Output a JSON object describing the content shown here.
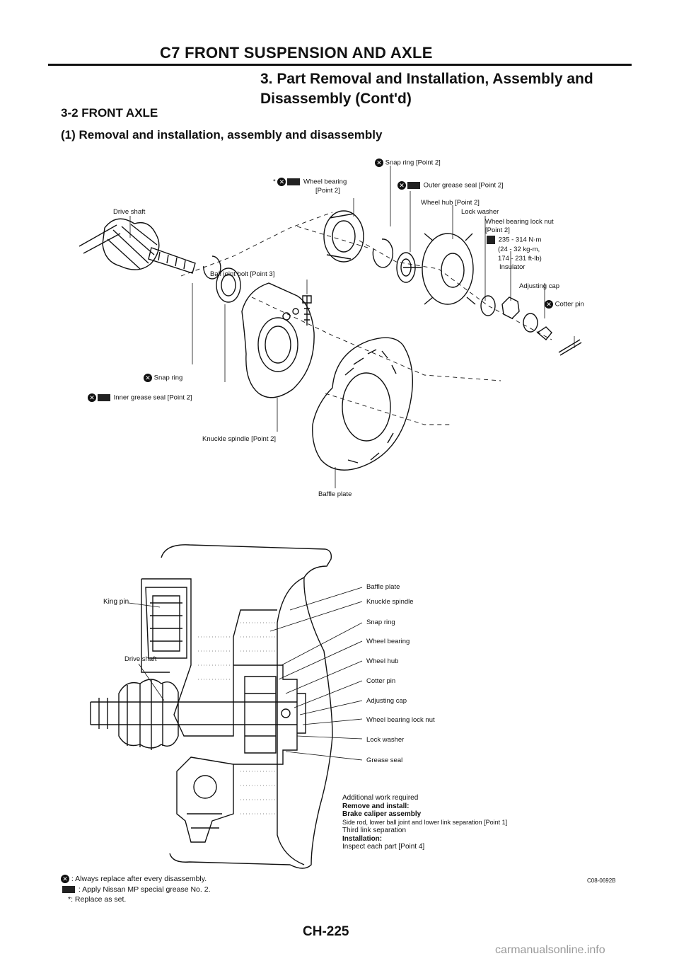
{
  "header": {
    "title": "C7 FRONT SUSPENSION AND AXLE",
    "section_line1": "3. Part Removal and Installation, Assembly and",
    "section_line2": "Disassembly (Cont'd)"
  },
  "subsection": {
    "number_title": "3-2 FRONT AXLE",
    "heading": "(1) Removal and installation, assembly and disassembly"
  },
  "exploded_labels": {
    "snap_ring_top": "Snap ring [Point 2]",
    "wheel_bearing_prefix": "*",
    "wheel_bearing": "Wheel bearing",
    "wheel_bearing_point": "[Point 2]",
    "outer_grease_seal": "Outer grease seal [Point 2]",
    "drive_shaft": "Drive shaft",
    "wheel_hub": "Wheel hub [Point 2]",
    "lock_washer": "Lock washer",
    "lock_nut": "Wheel bearing lock nut",
    "lock_nut_point": "[Point 2]",
    "torque_1": "235 - 314 N·m",
    "torque_2": "(24 - 32 kg-m,",
    "torque_3": "174 - 231 ft-lb)",
    "insulator": "Insulator",
    "ball_joint_bolt": "Ball joint bolt [Point 3]",
    "adjusting_cap": "Adjusting cap",
    "cotter_pin": "Cotter pin",
    "snap_ring": "Snap ring",
    "inner_grease_seal": "Inner grease seal [Point 2]",
    "knuckle_spindle": "Knuckle spindle [Point 2]",
    "baffle_plate": "Baffle plate"
  },
  "section_labels": {
    "king_pin": "King pin",
    "drive_shaft": "Drive shaft",
    "right": [
      "Baffle plate",
      "Knuckle spindle",
      "Snap ring",
      "Wheel bearing",
      "Wheel hub",
      "Cotter pin",
      "Adjusting cap",
      "Wheel bearing lock nut",
      "Lock washer",
      "Grease seal"
    ]
  },
  "additional_work": {
    "line1": "Additional work required",
    "line2": "Remove and install:",
    "line3": "Brake caliper assembly",
    "line4": "Side rod, lower ball joint and lower link separation [Point 1]",
    "line5": "Third link separation",
    "line6": "Installation:",
    "line7": "Inspect each part [Point 4]"
  },
  "legend": {
    "replace": ": Always replace after every disassembly.",
    "grease": ": Apply Nissan MP special grease No. 2.",
    "set": "*: Replace as set."
  },
  "figure_code": "C08-0692B",
  "page_number": "CH-225",
  "watermark": "carmanualsonline.info"
}
